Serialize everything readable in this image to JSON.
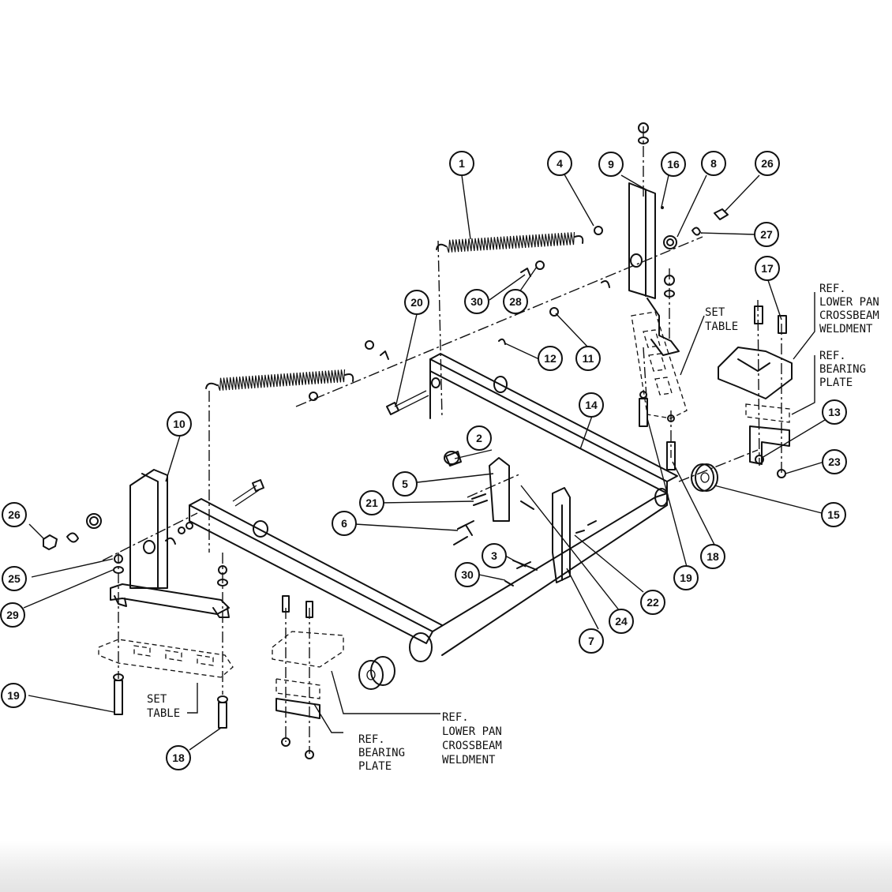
{
  "callouts": [
    {
      "id": "c1",
      "label": "1"
    },
    {
      "id": "c2",
      "label": "2"
    },
    {
      "id": "c3",
      "label": "3"
    },
    {
      "id": "c4",
      "label": "4"
    },
    {
      "id": "c5",
      "label": "5"
    },
    {
      "id": "c6",
      "label": "6"
    },
    {
      "id": "c7",
      "label": "7"
    },
    {
      "id": "c8",
      "label": "8"
    },
    {
      "id": "c9",
      "label": "9"
    },
    {
      "id": "c10",
      "label": "10"
    },
    {
      "id": "c11",
      "label": "11"
    },
    {
      "id": "c12",
      "label": "12"
    },
    {
      "id": "c13",
      "label": "13"
    },
    {
      "id": "c14",
      "label": "14"
    },
    {
      "id": "c15",
      "label": "15"
    },
    {
      "id": "c16",
      "label": "16"
    },
    {
      "id": "c17",
      "label": "17"
    },
    {
      "id": "c18a",
      "label": "18"
    },
    {
      "id": "c18b",
      "label": "18"
    },
    {
      "id": "c19a",
      "label": "19"
    },
    {
      "id": "c19b",
      "label": "19"
    },
    {
      "id": "c20",
      "label": "20"
    },
    {
      "id": "c21",
      "label": "21"
    },
    {
      "id": "c22",
      "label": "22"
    },
    {
      "id": "c23",
      "label": "23"
    },
    {
      "id": "c24",
      "label": "24"
    },
    {
      "id": "c25",
      "label": "25"
    },
    {
      "id": "c26a",
      "label": "26"
    },
    {
      "id": "c26b",
      "label": "26"
    },
    {
      "id": "c27",
      "label": "27"
    },
    {
      "id": "c28",
      "label": "28"
    },
    {
      "id": "c29",
      "label": "29"
    },
    {
      "id": "c30a",
      "label": "30"
    },
    {
      "id": "c30b",
      "label": "30"
    }
  ],
  "notes": {
    "set_table_right": [
      "SET",
      "TABLE"
    ],
    "set_table_left": [
      "SET",
      "TABLE"
    ],
    "ref_lower_pan_right": [
      "REF.",
      "LOWER PAN",
      "CROSSBEAM",
      "WELDMENT"
    ],
    "ref_bearing_plate_right": [
      "REF.",
      "BEARING",
      "PLATE"
    ],
    "ref_bearing_plate_left": [
      "REF.",
      "BEARING",
      "PLATE"
    ],
    "ref_lower_pan_left": [
      "REF.",
      "LOWER PAN",
      "CROSSBEAM",
      "WELDMENT"
    ]
  }
}
